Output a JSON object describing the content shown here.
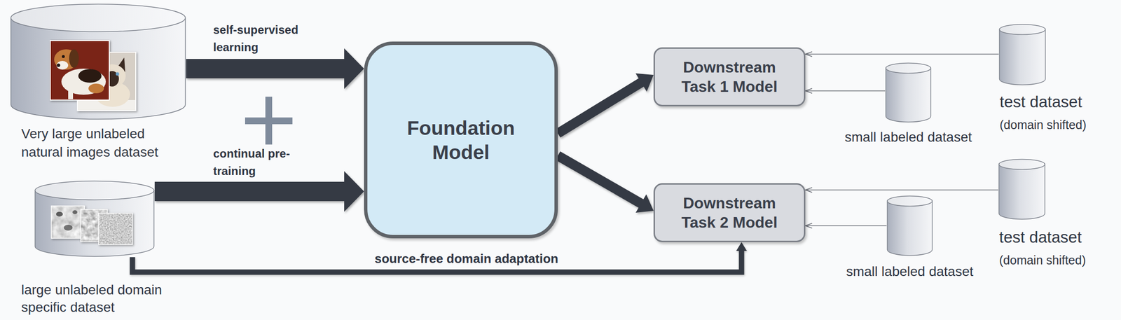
{
  "diagram": {
    "nodes": [
      {
        "text": [
          "Very large unlabeled natural images dataset"
        ]
      },
      {
        "text": [
          "large unlabeled domain specific dataset"
        ]
      },
      {
        "text": [
          "Foundation Model"
        ]
      },
      {
        "text": [
          "Downstream Task 1 Model"
        ]
      },
      {
        "text": [
          "Downstream Task 2 Model"
        ]
      },
      {
        "text": [
          "small labeled dataset"
        ]
      },
      {
        "text": [
          "test dataset",
          "(domain shifted)"
        ]
      },
      {
        "text": [
          "small labeled dataset"
        ]
      },
      {
        "text": [
          "test dataset",
          "(domain shifted)"
        ]
      }
    ],
    "edges": [
      {
        "from": 0,
        "to": 2,
        "label": "self-supervised learning",
        "arrow": "to"
      },
      {
        "from": 1,
        "to": 2,
        "label": "continual pre-training",
        "arrow": "to"
      },
      {
        "from": 2,
        "to": 3,
        "arrow": "to"
      },
      {
        "from": 2,
        "to": 4,
        "arrow": "to"
      },
      {
        "from": 1,
        "to": 4,
        "label": "source-free domain adaptation",
        "arrow": "to"
      },
      {
        "from": 6,
        "to": 3,
        "arrow": "to"
      },
      {
        "from": 5,
        "to": 3,
        "arrow": "to"
      },
      {
        "from": 8,
        "to": 4,
        "arrow": "to"
      },
      {
        "from": 7,
        "to": 4,
        "arrow": "to"
      }
    ]
  }
}
